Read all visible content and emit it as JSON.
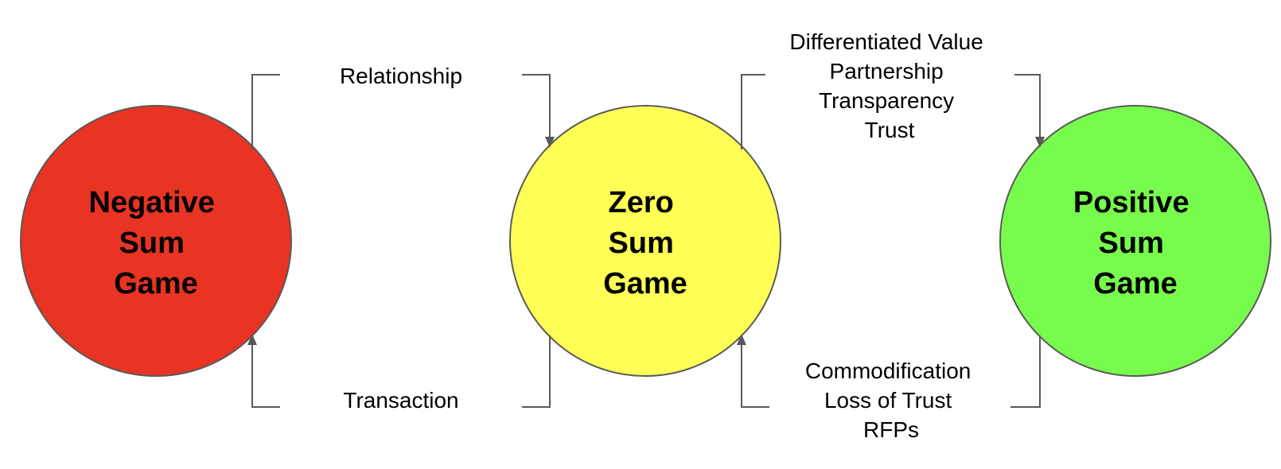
{
  "circles": [
    {
      "id": "negative",
      "lines": [
        "Negative",
        "Sum",
        "Game"
      ],
      "color": "#e93323"
    },
    {
      "id": "zero",
      "lines": [
        "Zero",
        "Sum",
        "Game"
      ],
      "color": "#ffff55"
    },
    {
      "id": "positive",
      "lines": [
        "Positive",
        "Sum",
        "Game"
      ],
      "color": "#77fb4c"
    }
  ],
  "transitions": [
    {
      "id": "relationship",
      "lines": [
        "Relationship"
      ]
    },
    {
      "id": "transaction",
      "lines": [
        "Transaction"
      ]
    },
    {
      "id": "value-drivers",
      "lines": [
        "Differentiated Value",
        "Partnership",
        "Transparency",
        "Trust"
      ]
    },
    {
      "id": "commodity-drivers",
      "lines": [
        "Commodification",
        "Loss of Trust",
        "RFPs"
      ]
    }
  ],
  "colors": {
    "connector": "#595959",
    "outline": "#595959",
    "text": "#000000"
  }
}
